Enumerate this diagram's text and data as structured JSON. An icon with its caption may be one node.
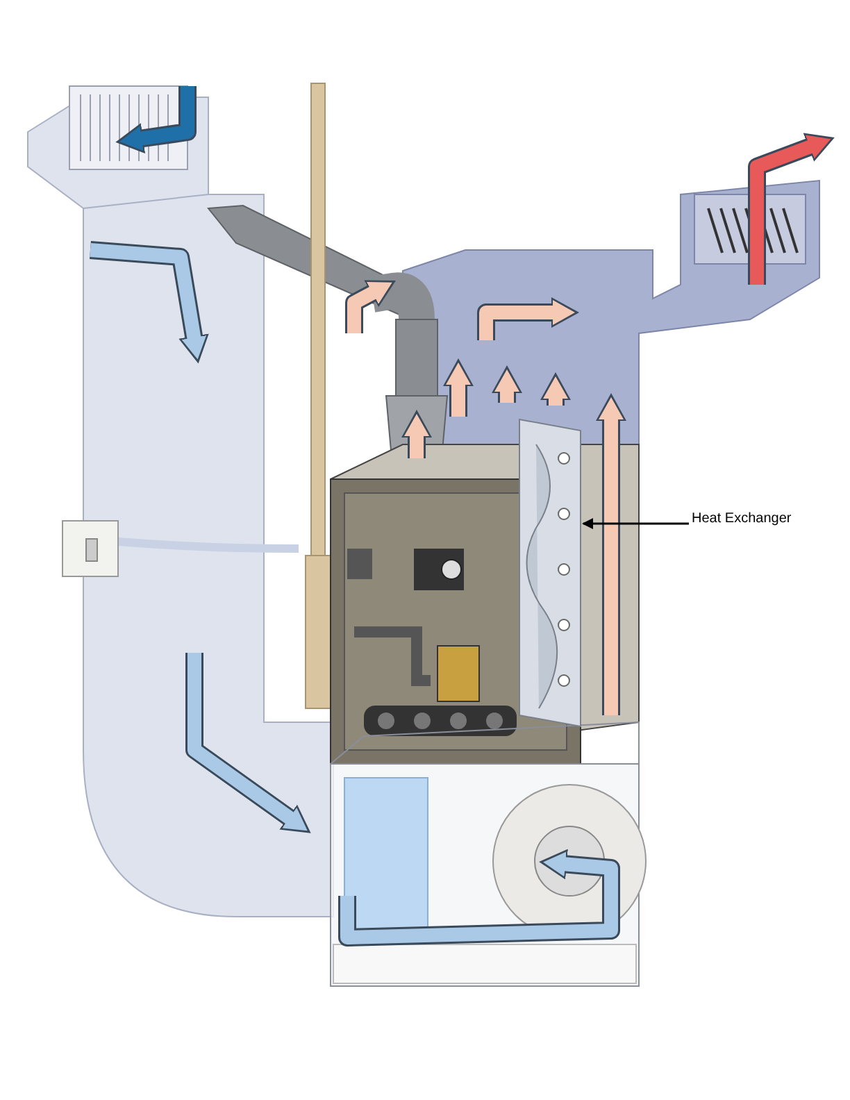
{
  "diagram": {
    "nodes": [
      {
        "text": [
          "Heat Exchanger"
        ]
      },
      {
        "text": [],
        "shape": "picture"
      }
    ],
    "edges": [
      {
        "from": 0,
        "to": 1,
        "arrow": "to"
      }
    ]
  }
}
